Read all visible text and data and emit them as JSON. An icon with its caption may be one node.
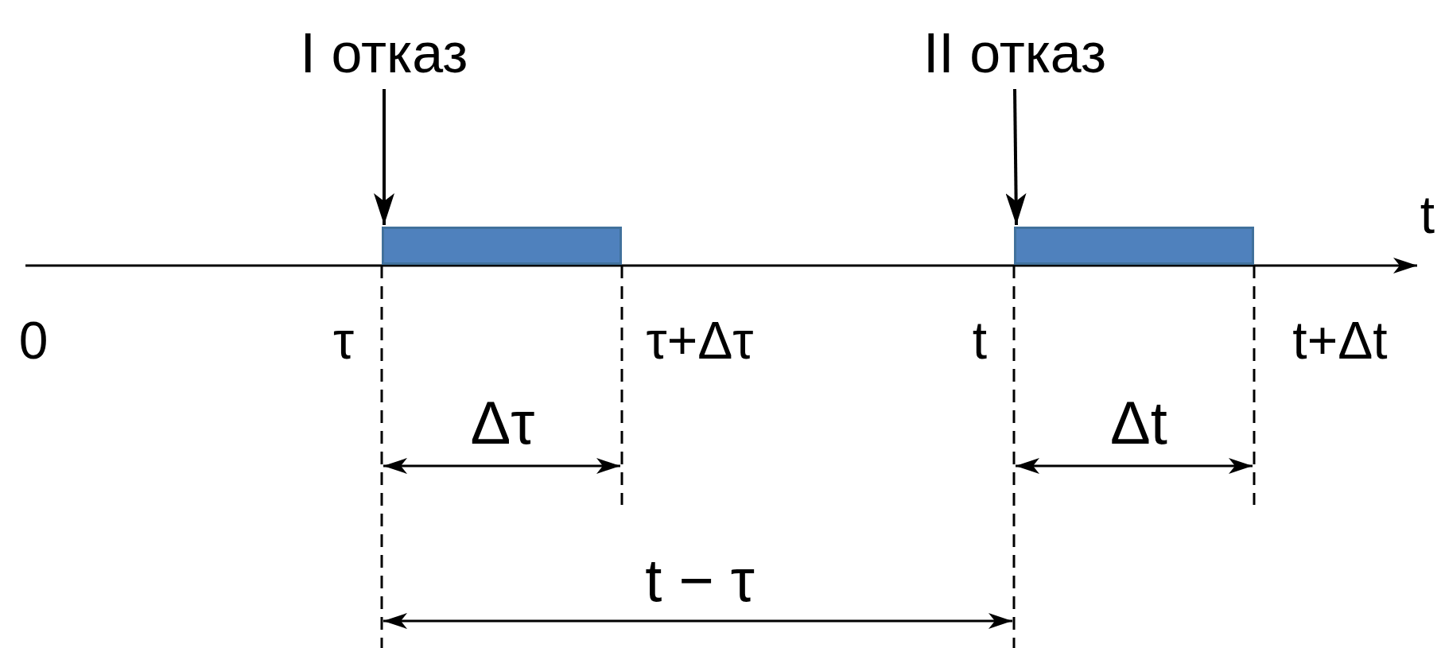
{
  "diagram": {
    "nodes": [
      {
        "text": [
          "I отказ"
        ]
      },
      {
        "text": [],
        "shape": "bar"
      },
      {
        "text": [
          "II отказ"
        ]
      },
      {
        "text": [],
        "shape": "bar"
      }
    ],
    "edges": [
      {
        "from": 0,
        "to": 1,
        "arrow": "to"
      },
      {
        "from": 2,
        "to": 3,
        "arrow": "to"
      }
    ],
    "labels": [
      "t",
      "0",
      "τ",
      "τ+Δτ",
      "t",
      "t+Δt",
      "Δτ",
      "Δt",
      "t − τ"
    ]
  }
}
